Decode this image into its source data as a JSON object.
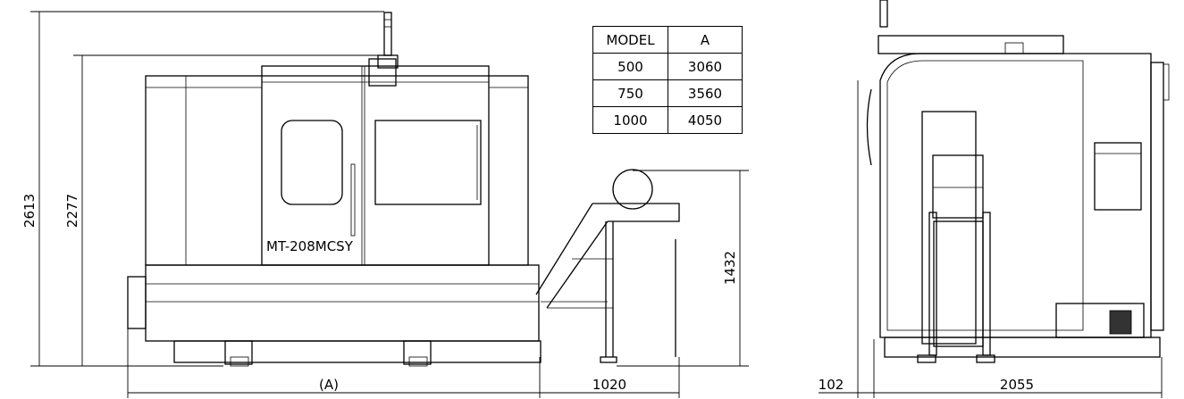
{
  "front_view": {
    "dimensions": {
      "overall_height": "2613",
      "cabinet_height": "2277",
      "conveyor_height": "1432",
      "length": "(A)",
      "conveyor_length": "1020"
    },
    "model_label": "MT-208MCSY"
  },
  "side_view": {
    "dimensions": {
      "rear_offset": "102",
      "depth": "2055"
    }
  },
  "model_table": {
    "headers": [
      "MODEL",
      "A"
    ],
    "rows": [
      {
        "model": "500",
        "a": "3060"
      },
      {
        "model": "750",
        "a": "3560"
      },
      {
        "model": "1000",
        "a": "4050"
      }
    ]
  }
}
